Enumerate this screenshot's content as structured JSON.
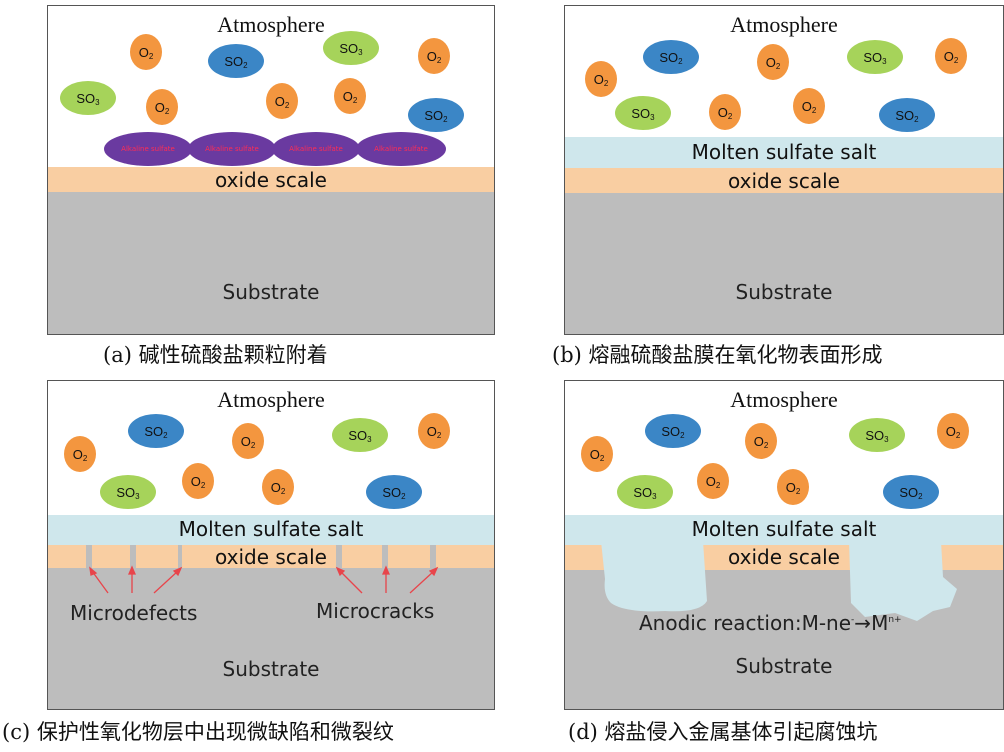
{
  "panels": {
    "a": {
      "atmosphere": "Atmosphere",
      "oxide": "oxide scale",
      "substrate": "Substrate",
      "blob_label": "Alkaline sulfate",
      "caption": "(a) 碱性硫酸盐颗粒附着"
    },
    "b": {
      "atmosphere": "Atmosphere",
      "salt": "Molten sulfate salt",
      "oxide": "oxide scale",
      "substrate": "Substrate",
      "caption": "(b) 熔融硫酸盐膜在氧化物表面形成"
    },
    "c": {
      "atmosphere": "Atmosphere",
      "salt": "Molten sulfate salt",
      "oxide": "oxide scale",
      "substrate": "Substrate",
      "microdefects": "Microdefects",
      "microcracks": "Microcracks",
      "caption": "(c) 保护性氧化物层中出现微缺陷和微裂纹"
    },
    "d": {
      "atmosphere": "Atmosphere",
      "salt": "Molten sulfate salt",
      "oxide": "oxide scale",
      "substrate": "Substrate",
      "anodic": "Anodic reaction:M-ne",
      "anodic_sup": "-",
      "anodic_arrow": "→",
      "anodic_m": "M",
      "anodic_m_sup": "n+",
      "caption": "(d) 熔盐侵入金属基体引起腐蚀坑"
    }
  },
  "molecules": {
    "o2": "O",
    "o2_sub": "2",
    "so2": "SO",
    "so2_sub": "2",
    "so3": "SO",
    "so3_sub": "3"
  },
  "colors": {
    "o2": "#f3963f",
    "so2": "#3b86c6",
    "so3": "#a6d35a",
    "oxide": "#f9cea2",
    "salt": "#cfe7ec",
    "substrate": "#bdbdbd",
    "alkaline_blob": "#6a3aa0",
    "arrow": "#e8454b"
  }
}
